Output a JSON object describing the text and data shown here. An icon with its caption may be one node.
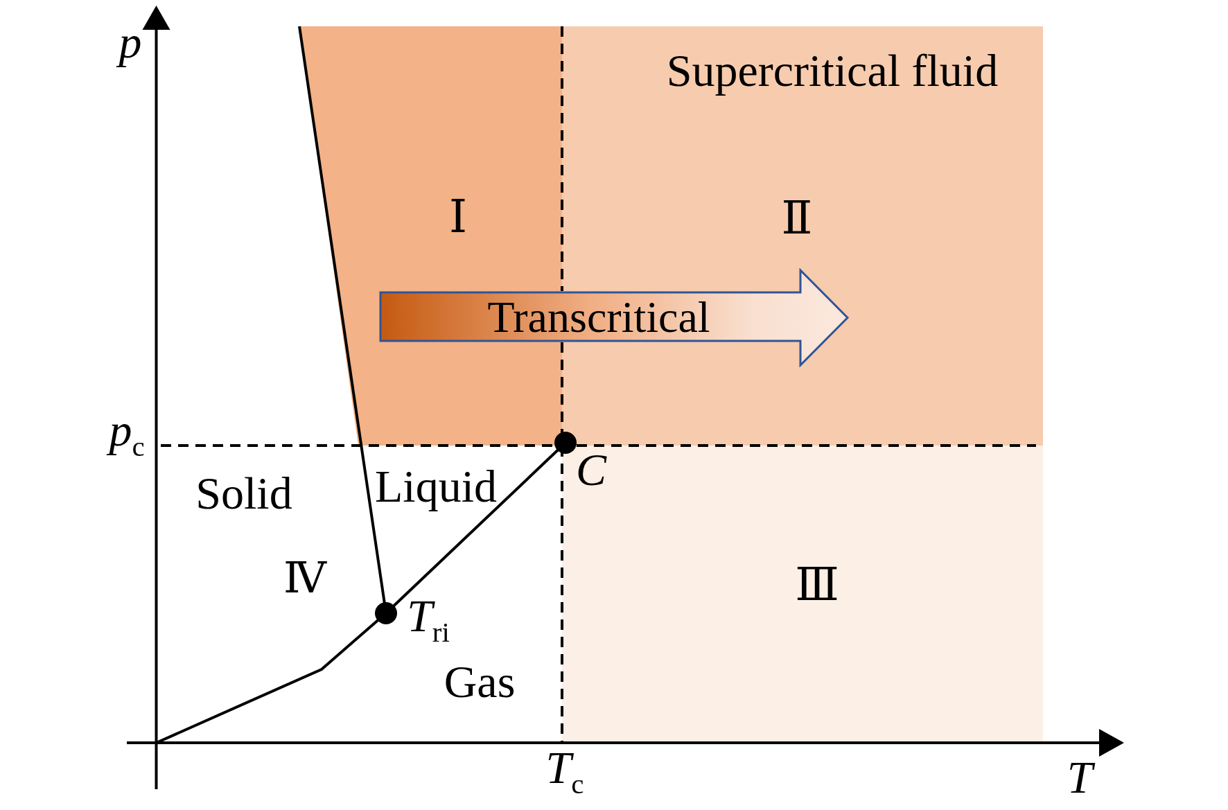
{
  "diagram": {
    "nodes": [
      {
        "text": [
          "Ⅰ"
        ]
      },
      {
        "text": [
          "Supercritical fluid",
          "Ⅱ"
        ]
      },
      {
        "text": [
          "Transcritical"
        ]
      },
      {
        "text": [
          "Ⅲ"
        ]
      }
    ],
    "labels": [
      "p",
      "*p*$_{c}$",
      "C",
      "Solid",
      "Liquid",
      "Ⅳ",
      "*T*$_{ri}$",
      "Gas",
      "*T*$_{c}$",
      "T"
    ]
  }
}
